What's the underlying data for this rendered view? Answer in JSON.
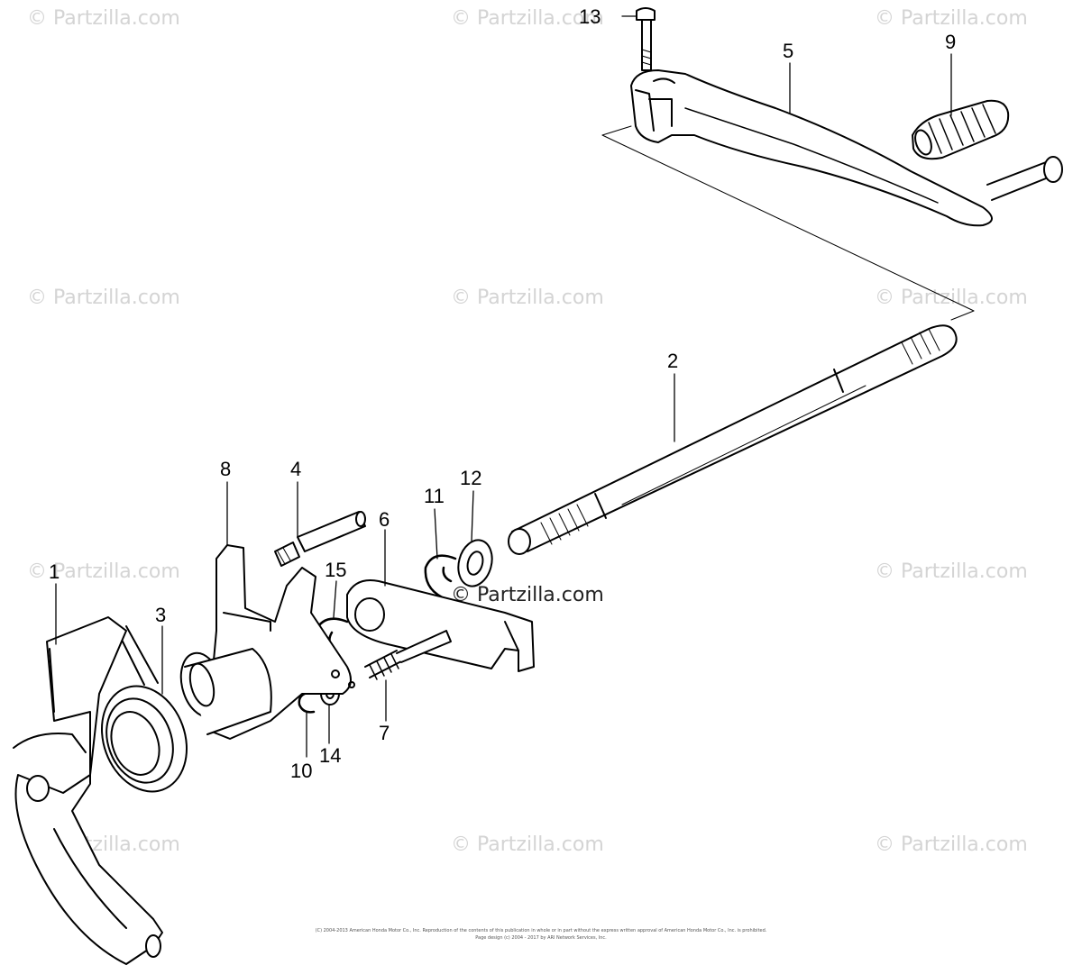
{
  "watermark": {
    "text": "© Partzilla.com",
    "dark_text": "© Partzilla.com"
  },
  "callouts": {
    "p1": "1",
    "p2": "2",
    "p3": "3",
    "p4": "4",
    "p5": "5",
    "p6": "6",
    "p7": "7",
    "p8": "8",
    "p9": "9",
    "p10": "10",
    "p11": "11",
    "p12": "12",
    "p13": "13",
    "p14": "14",
    "p15": "15"
  },
  "footer": {
    "line1": "(C) 2004-2013 American Honda Motor Co., Inc. Reproduction of the contents of this publication in whole or in part without the express written approval of American Honda Motor Co., Inc. is prohibited.",
    "line2": "Page design (c) 2004 - 2017 by ARI Network Services, Inc."
  }
}
